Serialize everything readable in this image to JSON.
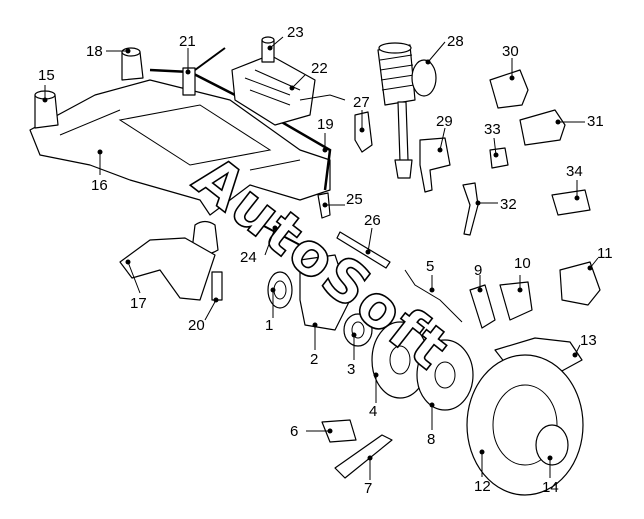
{
  "watermark": "AutoSoft",
  "callouts": [
    {
      "id": "c1",
      "label": "1"
    },
    {
      "id": "c2",
      "label": "2"
    },
    {
      "id": "c3",
      "label": "3"
    },
    {
      "id": "c4",
      "label": "4"
    },
    {
      "id": "c5",
      "label": "5"
    },
    {
      "id": "c6",
      "label": "6"
    },
    {
      "id": "c7",
      "label": "7"
    },
    {
      "id": "c8",
      "label": "8"
    },
    {
      "id": "c9",
      "label": "9"
    },
    {
      "id": "c10",
      "label": "10"
    },
    {
      "id": "c11",
      "label": "11"
    },
    {
      "id": "c12",
      "label": "12"
    },
    {
      "id": "c13",
      "label": "13"
    },
    {
      "id": "c14",
      "label": "14"
    },
    {
      "id": "c15",
      "label": "15"
    },
    {
      "id": "c16",
      "label": "16"
    },
    {
      "id": "c17",
      "label": "17"
    },
    {
      "id": "c18",
      "label": "18"
    },
    {
      "id": "c19",
      "label": "19"
    },
    {
      "id": "c20",
      "label": "20"
    },
    {
      "id": "c21",
      "label": "21"
    },
    {
      "id": "c22",
      "label": "22"
    },
    {
      "id": "c23",
      "label": "23"
    },
    {
      "id": "c24",
      "label": "24"
    },
    {
      "id": "c25",
      "label": "25"
    },
    {
      "id": "c26",
      "label": "26"
    },
    {
      "id": "c27",
      "label": "27"
    },
    {
      "id": "c28",
      "label": "28"
    },
    {
      "id": "c29",
      "label": "29"
    },
    {
      "id": "c30",
      "label": "30"
    },
    {
      "id": "c31",
      "label": "31"
    },
    {
      "id": "c32",
      "label": "32"
    },
    {
      "id": "c33",
      "label": "33"
    },
    {
      "id": "c34",
      "label": "34"
    }
  ]
}
